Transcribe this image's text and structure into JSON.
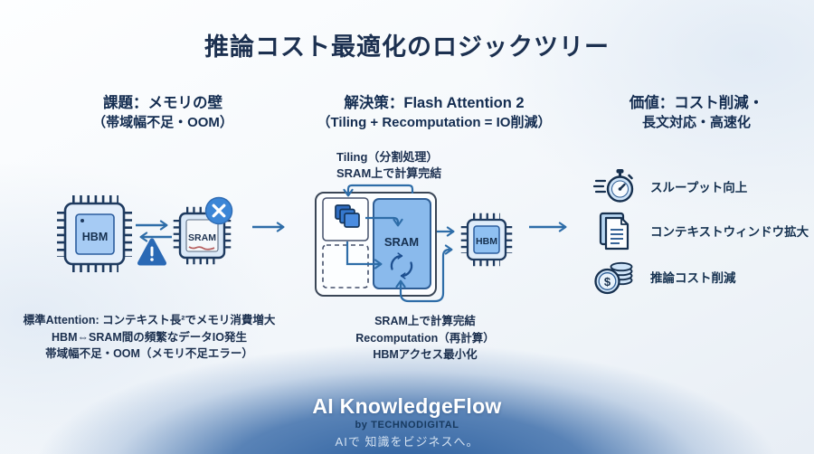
{
  "title": "推論コスト最適化のロジックツリー",
  "headers": {
    "problem_l1": "課題：メモリの壁",
    "problem_l2": "（帯域幅不足・OOM）",
    "solution_l1": "解決策：Flash Attention 2",
    "solution_l2": "（Tiling + Recomputation = IO削減）",
    "value_l1": "価値：コスト削減・",
    "value_l2": "長文対応・高速化"
  },
  "left_diagram": {
    "hbm_label": "HBM",
    "sram_label": "SRAM"
  },
  "middle_diagram": {
    "caption_l1": "Tiling（分割処理）",
    "caption_l2": "SRAM上で計算完結",
    "sram_label": "SRAM",
    "hbm_label": "HBM"
  },
  "problem_notes": {
    "line1": "標準Attention: コンテキスト長²でメモリ消費増大",
    "line2": "HBM⇔SRAM間の頻繁なデータIO発生",
    "line3": "帯域幅不足・OOM（メモリ不足エラー）"
  },
  "solution_notes": {
    "line1": "SRAM上で計算完結",
    "line2": "Recomputation（再計算）",
    "line3": "HBMアクセス最小化"
  },
  "value_items": [
    {
      "icon": "stopwatch-icon",
      "label": "スループット向上"
    },
    {
      "icon": "document-icon",
      "label": "コンテキストウィンドウ拡大"
    },
    {
      "icon": "coins-icon",
      "label": "推論コスト削減"
    }
  ],
  "coin_symbol": "$",
  "footer": {
    "brand": "AI KnowledgeFlow",
    "byline": "by TECHNODIGITAL",
    "tagline": "AIで 知識をビジネスへ。"
  },
  "colors": {
    "title_text": "#1c3050",
    "arrow_blue": "#2e6da8",
    "chip_fill": "#dfecfa",
    "chip_inner": "#a6cbf4",
    "sram_box_fill": "#8abaec",
    "tile_fill": "#3f82d9",
    "badge_blue": "#3c86d6",
    "warning_blue": "#2a69b5",
    "glow_blue": "#2f63a6",
    "error_red": "#a83b3b"
  }
}
